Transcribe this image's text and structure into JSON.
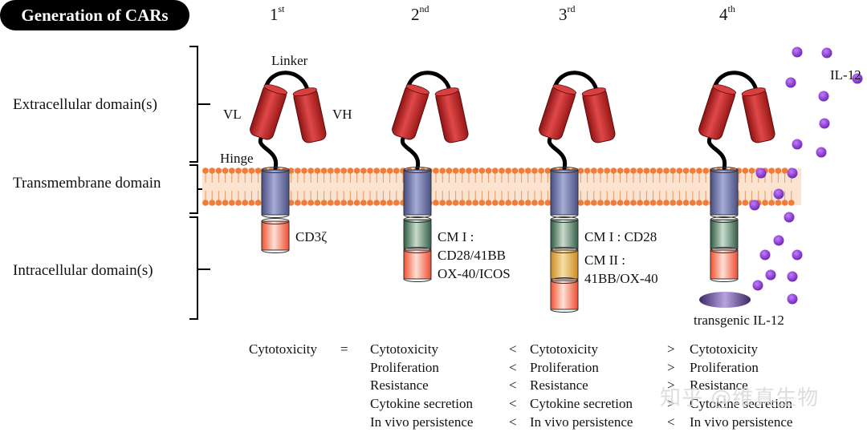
{
  "header": {
    "title": "Generation of CARs"
  },
  "generations": [
    {
      "num": "1",
      "sup": "st"
    },
    {
      "num": "2",
      "sup": "nd"
    },
    {
      "num": "3",
      "sup": "rd"
    },
    {
      "num": "4",
      "sup": "th"
    }
  ],
  "domains": {
    "extracellular": "Extracellular domain(s)",
    "transmembrane": "Transmembrane domain",
    "intracellular": "Intracellular domain(s)"
  },
  "scfv_labels": {
    "linker": "Linker",
    "vl": "VL",
    "vh": "VH",
    "hinge": "Hinge"
  },
  "gen1": {
    "cd3": "CD3ζ"
  },
  "gen2": {
    "line1": "CM I :",
    "line2": "CD28/41BB",
    "line3": "OX-40/ICOS"
  },
  "gen3": {
    "line1": "CM I :  CD28",
    "line2": "CM II :",
    "line3": "41BB/OX-40"
  },
  "gen4": {
    "il12": "IL-12",
    "transgenic": "transgenic IL-12"
  },
  "comparison": {
    "col0": "Cytotoxicity",
    "eq": "=",
    "col1": [
      "Cytotoxicity",
      "Proliferation",
      "Resistance",
      "Cytokine secretion",
      "In vivo persistence"
    ],
    "col2_ops": [
      "<",
      "<",
      "<",
      "<",
      "<"
    ],
    "col2": [
      "Cytotoxicity",
      "Proliferation",
      "Resistance",
      "Cytokine secretion",
      "In vivo persistence"
    ],
    "col3_ops": [
      ">",
      ">",
      ">",
      ">",
      "<"
    ],
    "col3": [
      "Cytotoxicity",
      "Proliferation",
      "Resistance",
      "Cytokine secretion",
      "In vivo persistence"
    ]
  },
  "watermark": "知乎 @维真生物",
  "colors": {
    "domain_red": "#c8262a",
    "membrane_orange": "#f08a4a",
    "tm_blue": "#6f75a8",
    "cm1_green": "#4e7a5e",
    "cm2_yellow": "#e3a93b",
    "cd3_red": "#ef5a4a",
    "il12_purple": "#7b2cc4"
  }
}
